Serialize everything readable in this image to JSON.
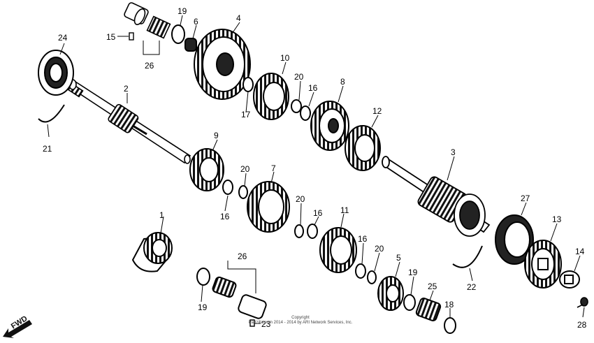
{
  "callouts": {
    "n1": "1",
    "n2": "2",
    "n3": "3",
    "n4": "4",
    "n5": "5",
    "n6": "6",
    "n7": "7",
    "n8": "8",
    "n9": "9",
    "n10": "10",
    "n11": "11",
    "n12": "12",
    "n13": "13",
    "n14": "14",
    "n15": "15",
    "n16a": "16",
    "n16b": "16",
    "n16c": "16",
    "n16d": "16",
    "n17": "17",
    "n18": "18",
    "n19a": "19",
    "n19b": "19",
    "n19c": "19",
    "n20a": "20",
    "n20b": "20",
    "n20c": "20",
    "n20d": "20",
    "n21": "21",
    "n22": "22",
    "n23": "23",
    "n24": "24",
    "n25": "25",
    "n26a": "26",
    "n26b": "26",
    "n27": "27",
    "n28": "28"
  },
  "fwd_label": "FWD",
  "copyright": {
    "line1": "Copyright",
    "line2": "Partzilla.com 2014 - 2014 by ARI Network Services, Inc."
  }
}
